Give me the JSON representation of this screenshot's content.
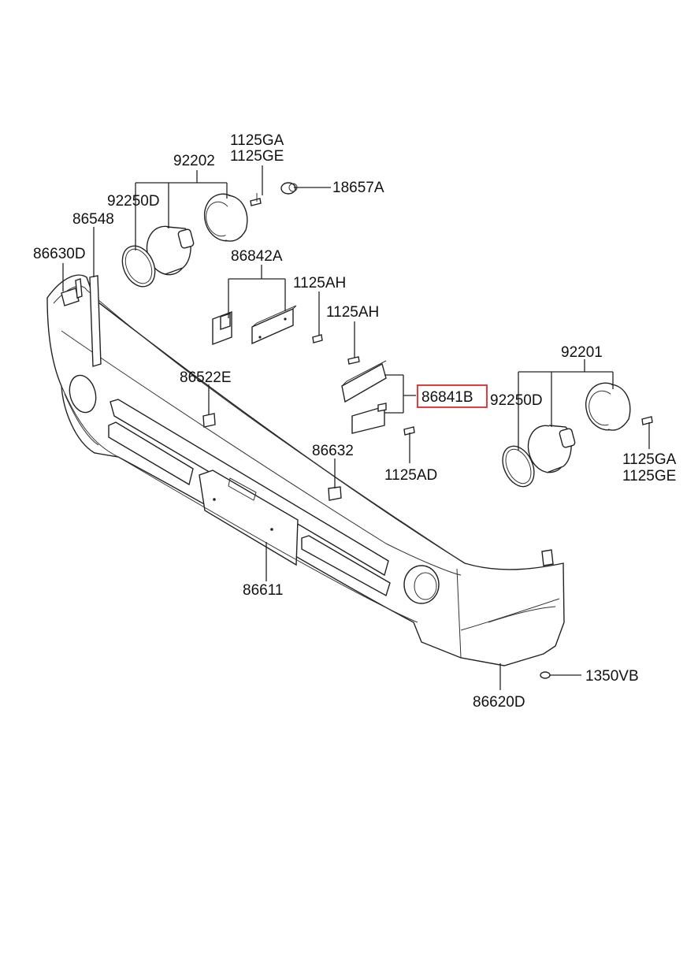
{
  "colors": {
    "line": "#222222",
    "highlight": "#e0262c",
    "background": "#ffffff"
  },
  "labels": {
    "l_1125ga_top": "1125GA",
    "l_1125ge_top": "1125GE",
    "l_92202": "92202",
    "l_18657a": "18657A",
    "l_92250d_left": "92250D",
    "l_86548": "86548",
    "l_86630d": "86630D",
    "l_86842a": "86842A",
    "l_1125ah_1": "1125AH",
    "l_1125ah_2": "1125AH",
    "l_86522e": "86522E",
    "l_86841b": "86841B",
    "l_92201": "92201",
    "l_92250d_right": "92250D",
    "l_86632": "86632",
    "l_1125ad": "1125AD",
    "l_1125ga_right": "1125GA",
    "l_1125ge_right": "1125GE",
    "l_86611": "86611",
    "l_1350vb": "1350VB",
    "l_86620d": "86620D"
  },
  "highlighted_part": "86841B"
}
